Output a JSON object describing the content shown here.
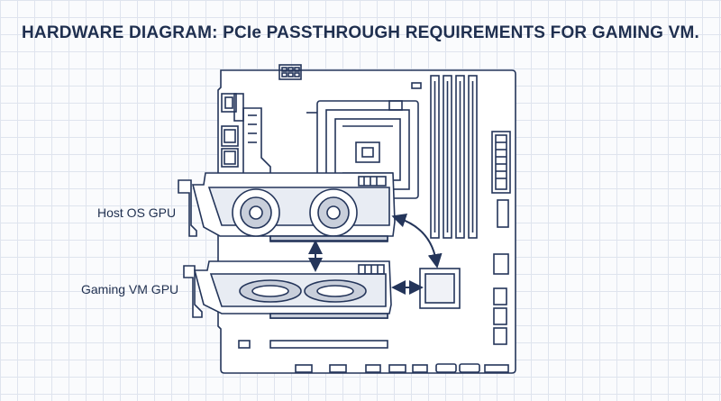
{
  "title": "HARDWARE DIAGRAM: PCIe PASSTHROUGH REQUIREMENTS FOR GAMING VM.",
  "labels": {
    "host_gpu": "Host OS GPU",
    "vm_gpu": "Gaming VM GPU"
  },
  "colors": {
    "line": "#24355a",
    "board": "#ffffff",
    "shade": "#c9cfdb",
    "grid": "#dfe4ee"
  }
}
